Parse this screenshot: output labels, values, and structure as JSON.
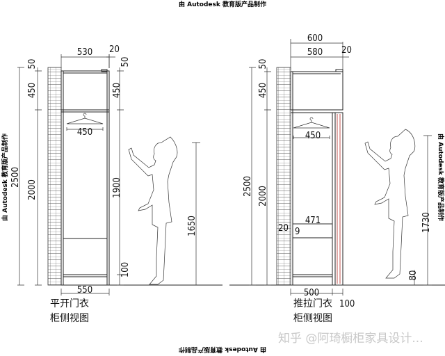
{
  "watermarks": {
    "top": "由 Autodesk 教育版产品制作",
    "left": "由 Autodesk 教育版产品制作",
    "right": "由 Autodesk 教育版产品制作",
    "bottom": "由 Autodesk 教育版产品制作",
    "source": "知乎 @阿琦橱柜家具设计..."
  },
  "left_view": {
    "title_line1": "平开门衣",
    "title_line2": "柜侧视图",
    "dims": {
      "depth_top": "530",
      "door_top": "20",
      "top_left": "50",
      "upper_left": "450",
      "total": "2500",
      "lower_left": "2000",
      "top_right": "50",
      "upper_right": "450",
      "hanger": "450",
      "door_height": "1900",
      "base": "100",
      "person": "1650",
      "depth_bottom": "550"
    }
  },
  "right_view": {
    "title_line1": "推拉门衣",
    "title_line2": "柜侧视图",
    "dims": {
      "depth_total": "600",
      "depth_inner": "580",
      "door_top": "20",
      "top_left": "50",
      "upper_left": "450",
      "total": "2500",
      "lower_left": "2000",
      "hanger": "450",
      "drawer": "471",
      "drawer_gap": "20",
      "drawer_side": "9",
      "person": "1730",
      "base": "80",
      "depth_bottom": "500",
      "door_track": "100"
    }
  },
  "colors": {
    "line": "#222222",
    "sliding_door": "#c0504d",
    "watermark_source": "#c8c8c8"
  }
}
